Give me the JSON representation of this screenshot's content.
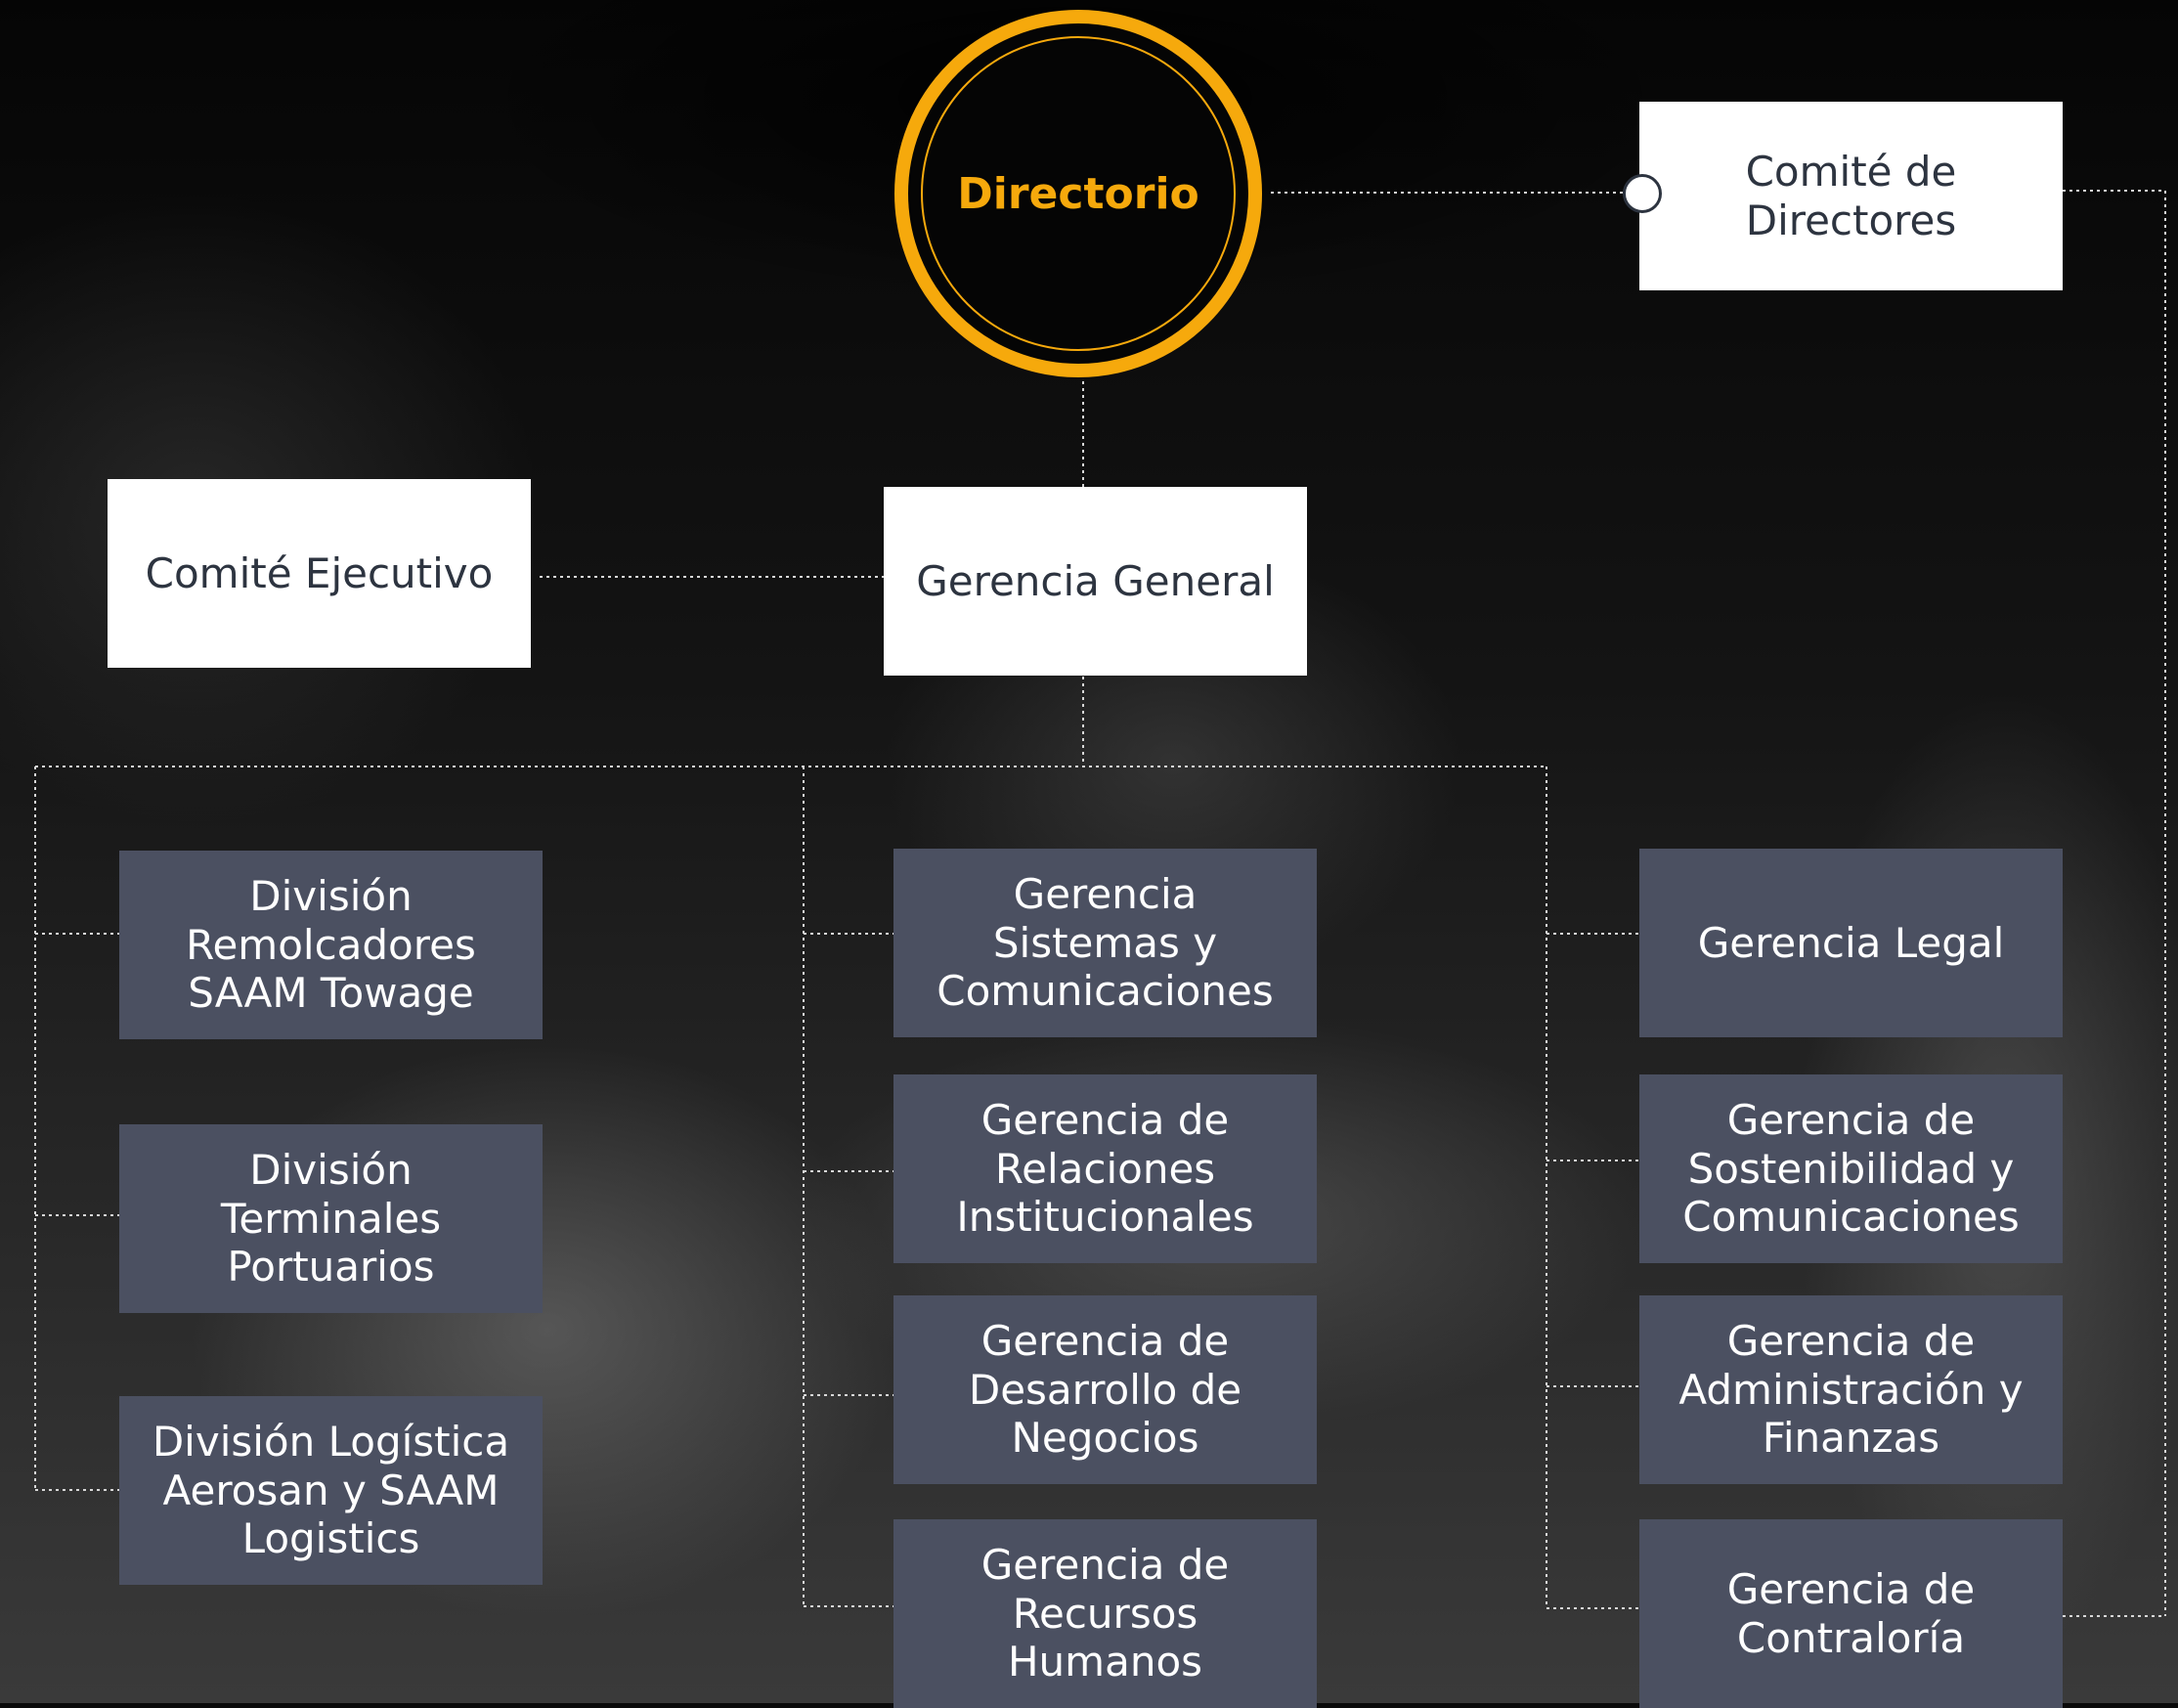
{
  "directorio": "Directorio",
  "comite_directores": "Comité de Directores",
  "comite_ejecutivo": "Comité Ejecutivo",
  "gerencia_general": "Gerencia General",
  "left_column": [
    "División Remolcadores SAAM Towage",
    "División Terminales Portuarios",
    "División Logística Aerosan y SAAM Logistics"
  ],
  "middle_column": [
    "Gerencia Sistemas y Comunicaciones",
    "Gerencia de Relaciones Institucionales",
    "Gerencia de Desarrollo de Negocios",
    "Gerencia de Recursos Humanos"
  ],
  "right_column": [
    "Gerencia Legal",
    "Gerencia de Sostenibilidad y Comunicaciones",
    "Gerencia de Administración y Finanzas",
    "Gerencia de Contraloría"
  ],
  "colors": {
    "accent": "#f6a90c",
    "box_white": "#ffffff",
    "box_slate": "#4b5061",
    "text_dark": "#2d3440",
    "connector": "#d8d8d8"
  }
}
